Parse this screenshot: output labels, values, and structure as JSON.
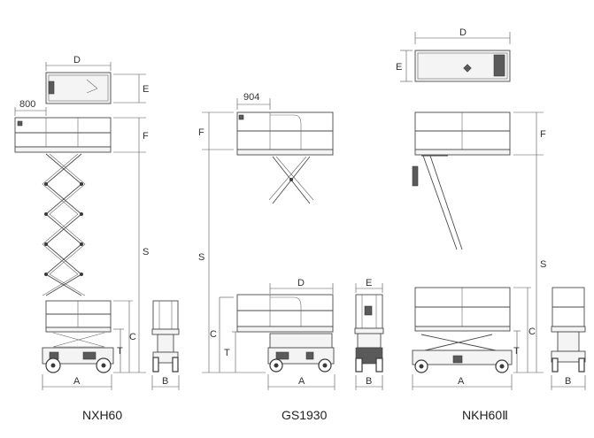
{
  "models": [
    {
      "name": "NXH60"
    },
    {
      "name": "GS1930"
    },
    {
      "name": "NKH60Ⅱ"
    }
  ],
  "dims": {
    "A": "A",
    "B": "B",
    "C": "C",
    "D": "D",
    "E": "E",
    "F": "F",
    "S": "S",
    "T": "T",
    "nxh60_offset": "800",
    "gs1930_offset": "904"
  }
}
